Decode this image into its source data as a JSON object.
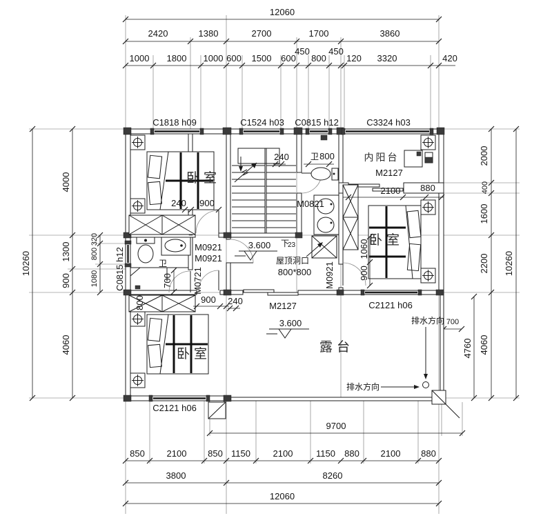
{
  "dim_top": {
    "total": "12060",
    "segs": [
      "2420",
      "1380",
      "2700",
      "1700",
      "3860"
    ],
    "fine": [
      "1000",
      "1800",
      "1000",
      "600",
      "1500",
      "600",
      "450",
      "800",
      "450",
      "120",
      "3320",
      "420"
    ]
  },
  "dim_bottom": {
    "terrace": "9700",
    "fine": [
      "850",
      "2100",
      "850",
      "1150",
      "2100",
      "1150",
      "880",
      "2100",
      "880"
    ],
    "mid": [
      "3800",
      "8260"
    ],
    "total": "12060"
  },
  "dim_left": {
    "total": "10260",
    "segs": [
      "4000",
      "1300",
      "900",
      "4060"
    ],
    "fine": [
      "320",
      "800",
      "1080"
    ]
  },
  "dim_right": {
    "segs": [
      "2000",
      "400",
      "1600",
      "2200",
      "4060"
    ],
    "total": "10260",
    "terrace_h": "4760",
    "drain_off": "700"
  },
  "windows": {
    "c1818": "C1818 h09",
    "c1524": "C1524 h03",
    "c0815": "C0815 h12",
    "c3324": "C3324 h03",
    "c2121": "C2121 h06"
  },
  "doors": {
    "m2127": "M2127",
    "m0921": "M0921",
    "m0821": "M0821",
    "m0721": "M0721"
  },
  "rooms": {
    "bedroom": "卧室",
    "inner_balcony": "内阳台",
    "terrace": "露台",
    "bath": "卫"
  },
  "annotations": {
    "level": "3.600",
    "down": "下",
    "down_count": "23",
    "roof_opening": "屋顶洞口",
    "roof_opening_size": "800*800",
    "drain_dir": "排水方向"
  },
  "inner": {
    "d240": "240",
    "d900": "900",
    "d800": "800",
    "d700": "700",
    "d1060": "1060",
    "d2100": "2100",
    "d880": "880"
  }
}
